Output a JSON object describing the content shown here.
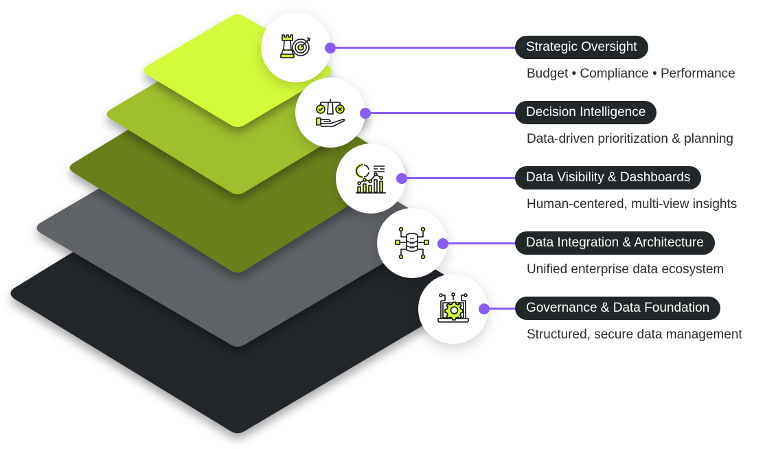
{
  "diagram": {
    "type": "layered-pyramid",
    "accent_color": "#8a5cf5",
    "pill_color": "#222829",
    "layers": [
      {
        "title": "Strategic Oversight",
        "subtitle": "Budget • Compliance • Performance",
        "icon": "strategy-chess-target-icon",
        "color": "#d4fb3a"
      },
      {
        "title": "Decision Intelligence",
        "subtitle": "Data-driven prioritization & planning",
        "icon": "balance-scale-hand-icon",
        "color": "#9fbf2e"
      },
      {
        "title": "Data Visibility & Dashboards",
        "subtitle": "Human-centered, multi-view insights",
        "icon": "analytics-dashboard-icon",
        "color": "#6a7f1f"
      },
      {
        "title": "Data Integration & Architecture",
        "subtitle": "Unified enterprise data ecosystem",
        "icon": "database-network-icon",
        "color": "#5f6266"
      },
      {
        "title": "Governance & Data Foundation",
        "subtitle": "Structured, secure data management",
        "icon": "laptop-gear-icon",
        "color": "#222829"
      }
    ]
  }
}
